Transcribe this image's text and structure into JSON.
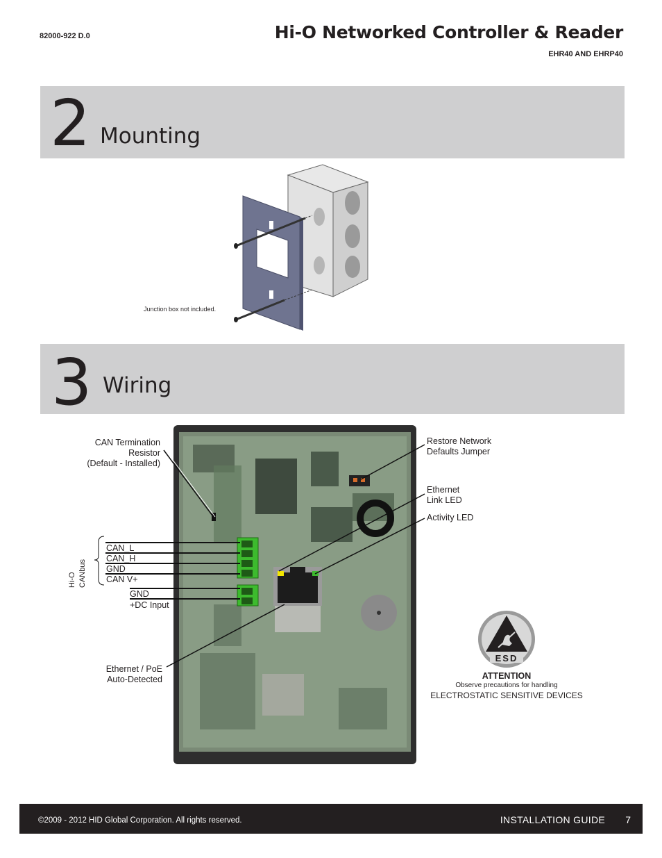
{
  "header": {
    "doc_number": "82000-922 D.0",
    "title": "Hi-O Networked Controller & Reader",
    "models": "EHR40 AND EHRP40"
  },
  "section_mounting": {
    "number": "2",
    "title": "Mounting",
    "note": "Junction box not included."
  },
  "section_wiring": {
    "number": "3",
    "title": "Wiring",
    "labels": {
      "can_termination": [
        "CAN Termination",
        "Resistor",
        "(Default - Installed)"
      ],
      "restore_network": [
        "Restore Network",
        "Defaults Jumper"
      ],
      "ethernet_link": [
        "Ethernet",
        "Link LED"
      ],
      "activity_led": "Activity LED",
      "canbus_group": "Hi-O CANbus",
      "can_l": "CAN_L",
      "can_h": "CAN_H",
      "gnd_can": "GND",
      "can_vplus": "CAN V+",
      "gnd_dc": "GND",
      "dc_input": "+DC Input",
      "ethernet_poe": [
        "Ethernet / PoE",
        "Auto-Detected"
      ]
    },
    "esd": {
      "icon_text": "ESD",
      "attention": "ATTENTION",
      "precaution": "Observe precautions for handling",
      "devices": "ELECTROSTATIC SENSITIVE DEVICES"
    }
  },
  "footer": {
    "copyright": "©2009 - 2012 HID Global Corporation. All rights reserved.",
    "guide": "INSTALLATION GUIDE",
    "page": "7"
  },
  "colors": {
    "band": "#cfcfd0",
    "footer_bg": "#231f20",
    "terminal_green": "#3dbb2e",
    "led_yellow": "#f2e600",
    "pcb_green": "#5e7a5a"
  }
}
